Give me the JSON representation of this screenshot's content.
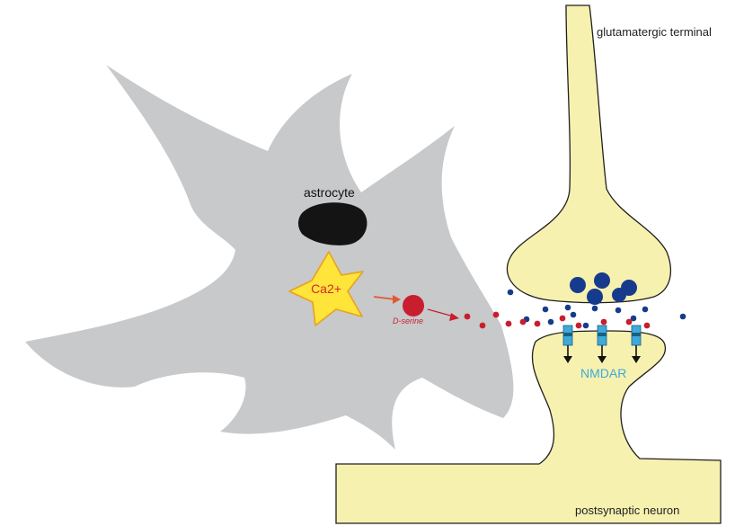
{
  "labels": {
    "glutamatergic_terminal": "glutamatergic terminal",
    "astrocyte": "astrocyte",
    "ca2": "Ca2+",
    "d_serine": "D-serine",
    "nmdar": "NMDAR",
    "postsynaptic_neuron": "postsynaptic neuron"
  },
  "colors": {
    "astrocyte_fill": "#c8c9cb",
    "neuron_fill": "#f7f1b0",
    "outline": "#1f1f1f",
    "nucleus": "#141414",
    "star_fill": "#ffe43a",
    "star_stroke": "#e8a21a",
    "ca2_text": "#d8262b",
    "d_serine": "#c81e2e",
    "glutamate": "#173b8c",
    "receptor": "#3fa9d9",
    "nmdar_text": "#3fa9d9",
    "arrow": "#e05a32"
  },
  "icons": {
    "ca2_marker": "star-icon",
    "receptor": "nmda-receptor-icon"
  }
}
